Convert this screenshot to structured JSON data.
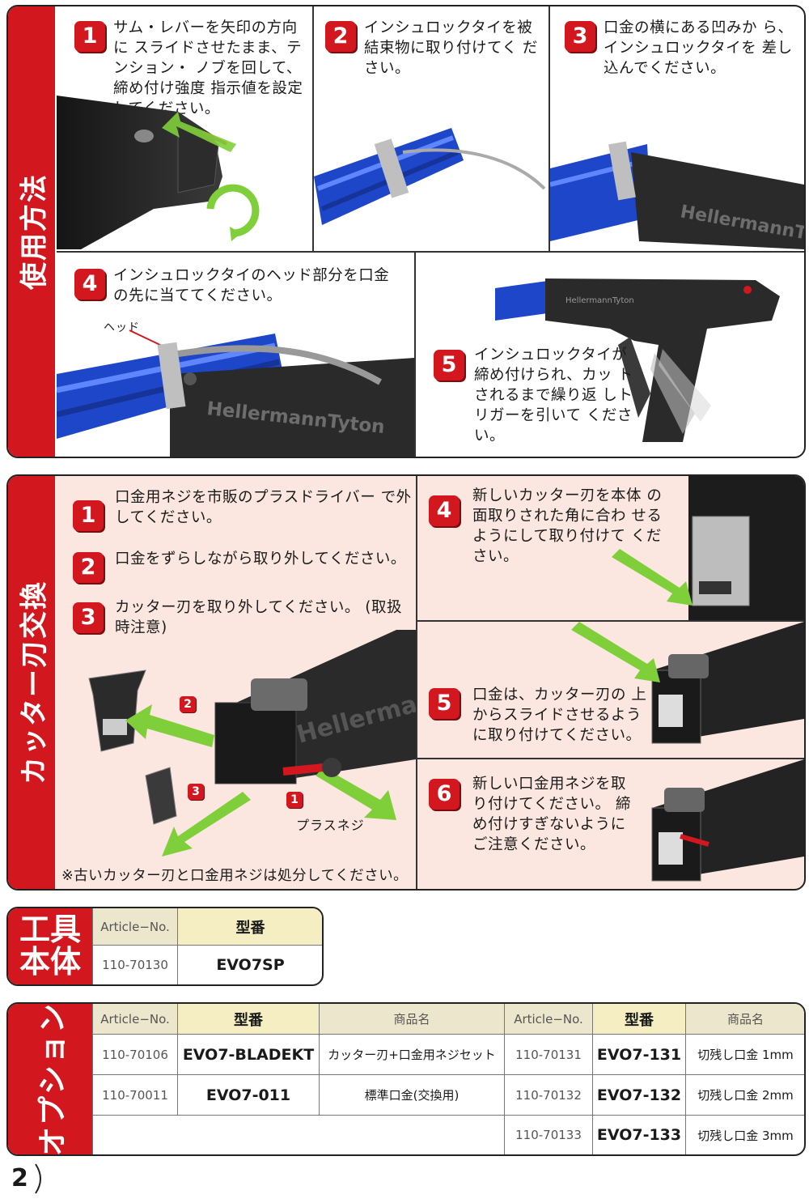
{
  "usage": {
    "title": "使用方法",
    "steps": [
      {
        "num": "1",
        "text": "サム・レバーを矢印の方向に スライドさせたまま、テンション・ ノブを回して、締め付け強度 指示値を設定してください。"
      },
      {
        "num": "2",
        "text": "インシュロックタイを被 結束物に取り付けてく ださい。"
      },
      {
        "num": "3",
        "text": "口金の横にある凹みか ら、インシュロックタイを 差し込んでください。"
      },
      {
        "num": "4",
        "text": "インシュロックタイのヘッド部分を口金 の先に当ててください。",
        "label": "ヘッド"
      },
      {
        "num": "5",
        "text": "インシュロックタイが 締め付けられ、カッ トされるまで繰り返 しトリガーを引いて ください。"
      }
    ],
    "brand_text": "HellermannTyton"
  },
  "blade": {
    "title": "カッター刃交換",
    "steps": [
      {
        "num": "1",
        "text": "口金用ネジを市販のプラスドライバー で外してください。"
      },
      {
        "num": "2",
        "text": "口金をずらしながら取り外してください。"
      },
      {
        "num": "3",
        "text": "カッター刃を取り外してください。 (取扱時注意)"
      },
      {
        "num": "4",
        "text": "新しいカッター刃を本体 の面取りされた角に合わ せるようにして取り付けて ください。"
      },
      {
        "num": "5",
        "text": "口金は、カッター刃の 上からスライドさせるよう に取り付けてください。"
      },
      {
        "num": "6",
        "text": "新しい口金用ネジを取 り付けてください。 締 め付けすぎないように ご注意ください。"
      }
    ],
    "diagram_nums": [
      "2",
      "3",
      "1"
    ],
    "screw_label": "プラスネジ",
    "note": "※古いカッター刃と口金用ネジは処分してください。",
    "brand_text": "Hellerman"
  },
  "tool": {
    "title": "工具本体",
    "headers": [
      "Article−No.",
      "型番"
    ],
    "row": {
      "article": "110-70130",
      "model": "EVO7SP"
    }
  },
  "options": {
    "title": "オプション",
    "headers_left": [
      "Article−No.",
      "型番",
      "商品名"
    ],
    "headers_right": [
      "Article−No.",
      "型番",
      "商品名"
    ],
    "left_rows": [
      {
        "article": "110-70106",
        "model": "EVO7-BLADEKT",
        "name": "カッター刃+口金用ネジセット"
      },
      {
        "article": "110-70011",
        "model": "EVO7-011",
        "name": "標準口金(交換用)"
      }
    ],
    "right_rows": [
      {
        "article": "110-70131",
        "model": "EVO7-131",
        "name": "切残し口金 1mm"
      },
      {
        "article": "110-70132",
        "model": "EVO7-132",
        "name": "切残し口金 2mm"
      },
      {
        "article": "110-70133",
        "model": "EVO7-133",
        "name": "切残し口金 3mm"
      }
    ]
  },
  "page_number": "2",
  "colors": {
    "accent": "#d2171e",
    "pink_bg": "#fbe7df",
    "header_bg": "#ece7cc",
    "cable_blue": "#1d46c8",
    "arrow_green": "#7fcf3a"
  }
}
